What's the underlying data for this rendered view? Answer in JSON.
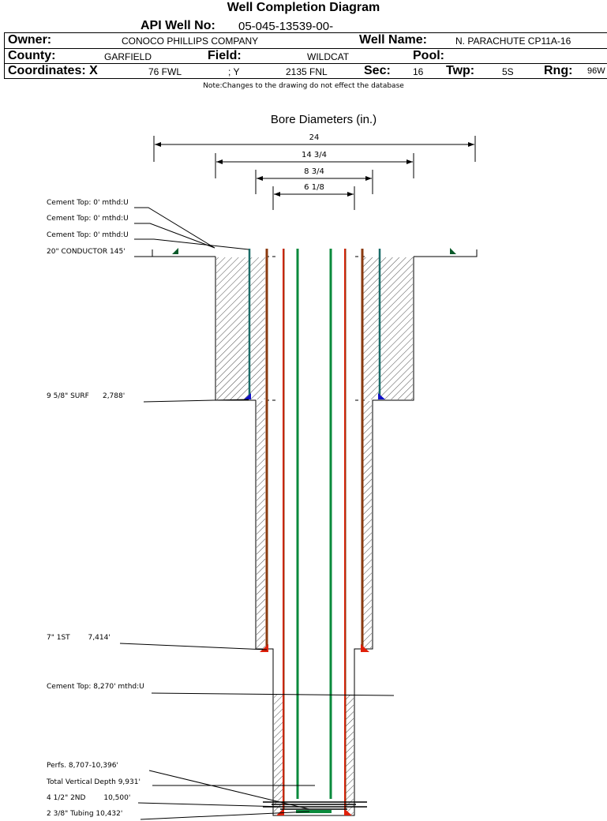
{
  "title": "Well Completion Diagram",
  "api": {
    "label": "API Well No:",
    "value": "05-045-13539-00-"
  },
  "header": {
    "owner_label": "Owner:",
    "owner": "CONOCO PHILLIPS COMPANY",
    "well_name_label": "Well Name:",
    "well_name": "N. PARACHUTE CP11A-16",
    "county_label": "County:",
    "county": "GARFIELD",
    "field_label": "Field:",
    "field": "WILDCAT",
    "pool_label": "Pool:",
    "pool": "",
    "coord_label": "Coordinates: X",
    "x": "76 FWL",
    "y_label": "; Y",
    "y": "2135 FNL",
    "sec_label": "Sec:",
    "sec": "16",
    "twp_label": "Twp:",
    "twp": "5S",
    "rng_label": "Rng:",
    "rng": "96W"
  },
  "note": "Note:Changes to the drawing do not effect the database",
  "diagram": {
    "heading": "Bore Diameters (in.)",
    "dimensions": [
      "24",
      "14 3/4",
      "8 3/4",
      "6 1/8"
    ],
    "labels": {
      "cement_top_1": "Cement Top: 0' mthd:U",
      "cement_top_2": "Cement Top: 0' mthd:U",
      "cement_top_3": "Cement Top: 0' mthd:U",
      "conductor": "20\" CONDUCTOR  145'",
      "surface": "9 5/8\" SURF      2,788'",
      "first": "7\" 1ST        7,414'",
      "cement_top_4": "Cement Top: 8,270' mthd:U",
      "perfs": "Perfs. 8,707-10,396'",
      "tvd": "Total Vertical Depth 9,931'",
      "second": "4 1/2\" 2ND        10,500'",
      "tubing": "2 3/8\" Tubing 10,432'"
    },
    "colors": {
      "casing_brown": "#8B3A0F",
      "casing_red": "#E0200A",
      "tubing_green": "#0A8A3C",
      "surface_teal": "#1C6E6A",
      "shoe_blue": "#1010C8"
    }
  }
}
